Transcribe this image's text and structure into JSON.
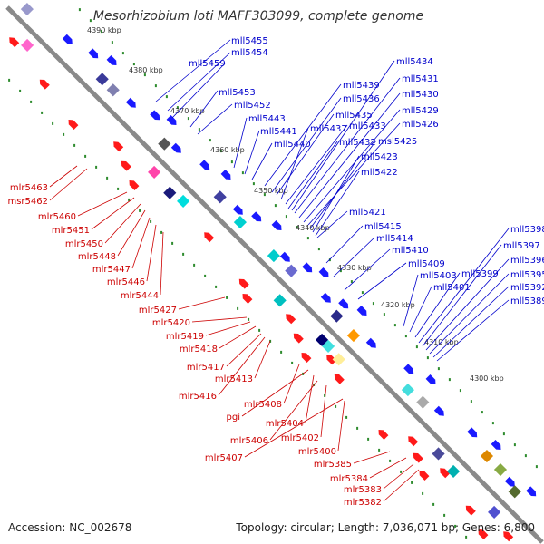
{
  "title": "Mesorhizobium loti MAFF303099, complete genome",
  "footer": {
    "accession": "Accession: NC_002678",
    "summary": "Topology: circular; Length: 7,036,071 bp; Genes: 6,800"
  },
  "colors": {
    "backbone": "#8a8a8a",
    "forward_label": "#0000cc",
    "reverse_label": "#cc0000",
    "dots": "#2e8b2e"
  },
  "kbp_ticks": [
    "4390 kbp",
    "4380 kbp",
    "4370 kbp",
    "4360 kbp",
    "4350 kbp",
    "4340 kbp",
    "4330 kbp",
    "4320 kbp",
    "4310 kbp",
    "4300 kbp"
  ],
  "forward_genes": [
    "mll5455",
    "mll5454",
    "mll5459",
    "mll5453",
    "mll5452",
    "mll5443",
    "mll5441",
    "mll5440",
    "mll5439",
    "mll5436",
    "mll5437",
    "mll5435",
    "mll5433",
    "mll5432",
    "mll5434",
    "mll5431",
    "mll5430",
    "mll5429",
    "mll5426",
    "msl5425",
    "mll5423",
    "mll5422",
    "mll5421",
    "mll5415",
    "mll5414",
    "mll5410",
    "mll5409",
    "mll5403",
    "mll5401",
    "mll5399",
    "mll5398",
    "mll5397",
    "mll5396",
    "mll5395",
    "mll5392",
    "mll5389"
  ],
  "reverse_genes": [
    "mlr5463",
    "msr5462",
    "mlr5460",
    "mlr5451",
    "mlr5450",
    "mlr5448",
    "mlr5447",
    "mlr5446",
    "mlr5444",
    "mlr5427",
    "mlr5420",
    "mlr5419",
    "mlr5418",
    "mlr5417",
    "mlr5413",
    "mlr5416",
    "mlr5408",
    "pgi",
    "mlr5404",
    "mlr5406",
    "mlr5402",
    "mlr5407",
    "mlr5400",
    "mlr5385",
    "mlr5384",
    "mlr5383",
    "mlr5382"
  ]
}
